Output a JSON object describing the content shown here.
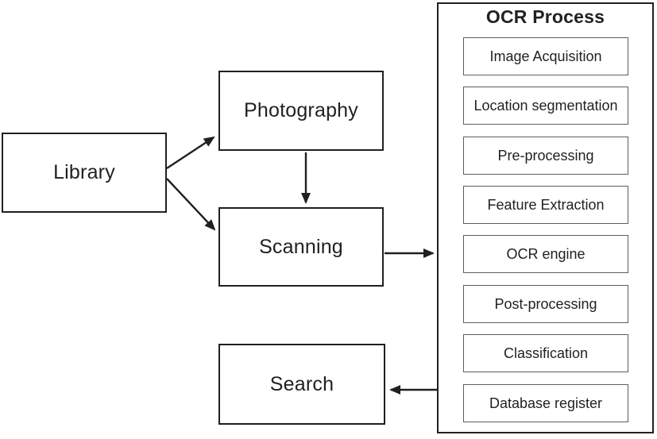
{
  "diagram": {
    "background_color": "#ffffff",
    "line_color": "#231f20",
    "text_color": "#231f20",
    "inner_box_border_color": "#5d5e60",
    "nodes": {
      "library": {
        "label": "Library"
      },
      "photography": {
        "label": "Photography"
      },
      "scanning": {
        "label": "Scanning"
      },
      "search": {
        "label": "Search"
      }
    },
    "process": {
      "title": "OCR Process",
      "steps": [
        "Image Acquisition",
        "Location segmentation",
        "Pre-processing",
        "Feature Extraction",
        "OCR engine",
        "Post-processing",
        "Classification",
        "Database register"
      ]
    },
    "edges": [
      {
        "from": "Library",
        "to": "Photography"
      },
      {
        "from": "Library",
        "to": "Scanning"
      },
      {
        "from": "Photography",
        "to": "Scanning"
      },
      {
        "from": "Scanning",
        "to": "OCR Process"
      },
      {
        "from": "OCR Process",
        "to": "Search"
      },
      {
        "from": "Image Acquisition",
        "to": "Location segmentation"
      },
      {
        "from": "Location segmentation",
        "to": "Pre-processing"
      },
      {
        "from": "Pre-processing",
        "to": "Feature Extraction"
      },
      {
        "from": "Feature Extraction",
        "to": "OCR engine"
      },
      {
        "from": "OCR engine",
        "to": "Post-processing"
      },
      {
        "from": "Post-processing",
        "to": "Classification"
      },
      {
        "from": "Classification",
        "to": "Database register"
      }
    ]
  }
}
